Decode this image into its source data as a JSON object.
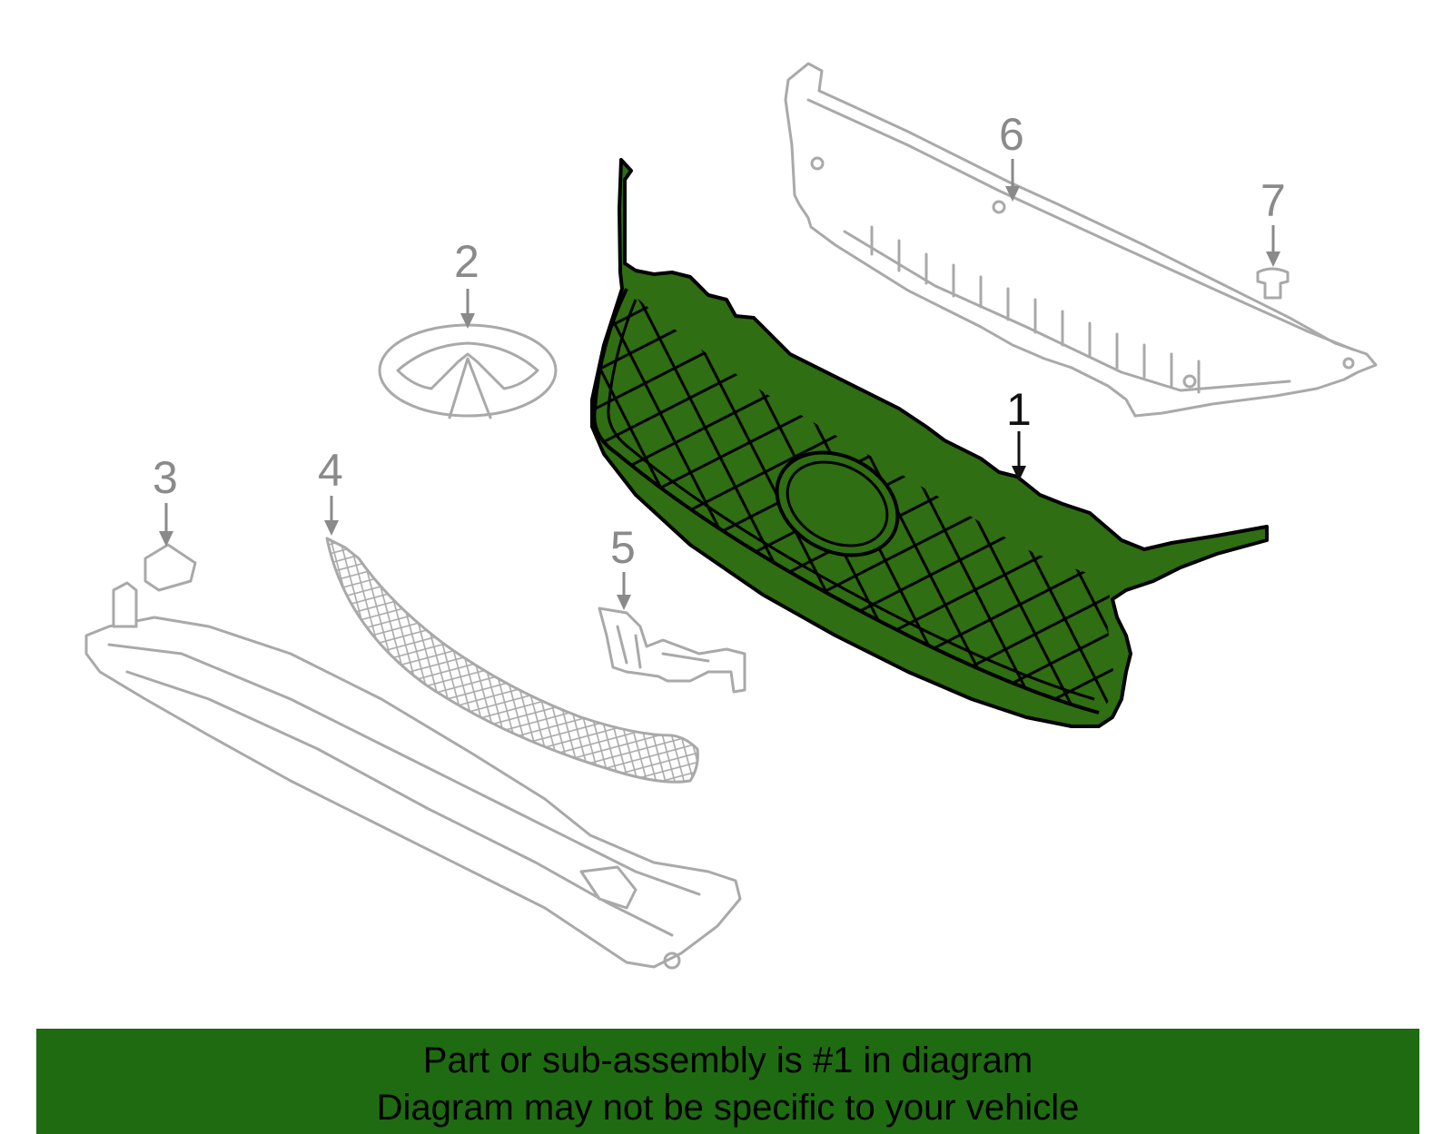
{
  "callouts": [
    {
      "number": "1",
      "selected": true
    },
    {
      "number": "2",
      "selected": false
    },
    {
      "number": "3",
      "selected": false
    },
    {
      "number": "4",
      "selected": false
    },
    {
      "number": "5",
      "selected": false
    },
    {
      "number": "6",
      "selected": false
    },
    {
      "number": "7",
      "selected": false
    }
  ],
  "colors": {
    "highlight_fill": "#2f6e12",
    "highlight_stroke": "#000000",
    "other_parts": "#a9a9a9",
    "banner_bg": "#1f6b12"
  },
  "banner": {
    "line1": "Part or sub-assembly is #1 in diagram",
    "line2": "Diagram may not be specific to your vehicle"
  }
}
